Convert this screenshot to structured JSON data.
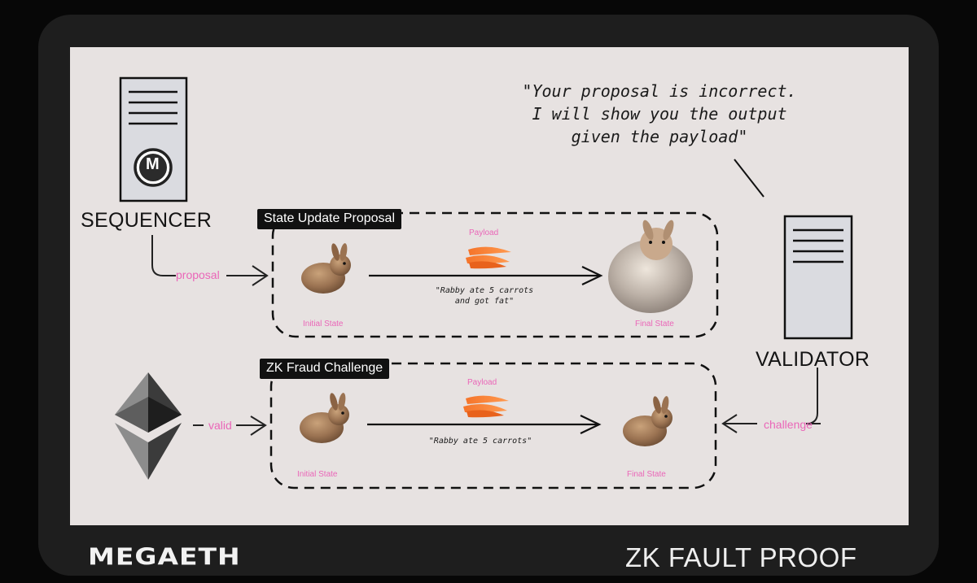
{
  "nodes": {
    "sequencer": "SEQUENCER",
    "validator": "VALIDATOR",
    "sequencer_logo_letter": "M"
  },
  "quote": {
    "line1": "\"Your proposal is incorrect.",
    "line2": "I will show you the output",
    "line3": "given the payload\""
  },
  "proposal_box": {
    "title": "State Update Proposal",
    "payload": "Payload",
    "caption_line1": "\"Rabby ate 5 carrots",
    "caption_line2": "and got fat\"",
    "initial_state": "Initial State",
    "final_state": "Final State"
  },
  "challenge_box": {
    "title": "ZK Fraud Challenge",
    "payload": "Payload",
    "caption": "\"Rabby ate 5 carrots\"",
    "initial_state": "Initial State",
    "final_state": "Final State"
  },
  "edges": {
    "proposal": "proposal",
    "valid": "valid",
    "challenge": "challenge"
  },
  "footer": {
    "brand": "MEGAETH",
    "title": "ZK FAULT PROOF"
  },
  "colors": {
    "accent_pink": "#ea66b8",
    "canvas": "#e7e2e1",
    "frame": "#1e1e1e"
  }
}
